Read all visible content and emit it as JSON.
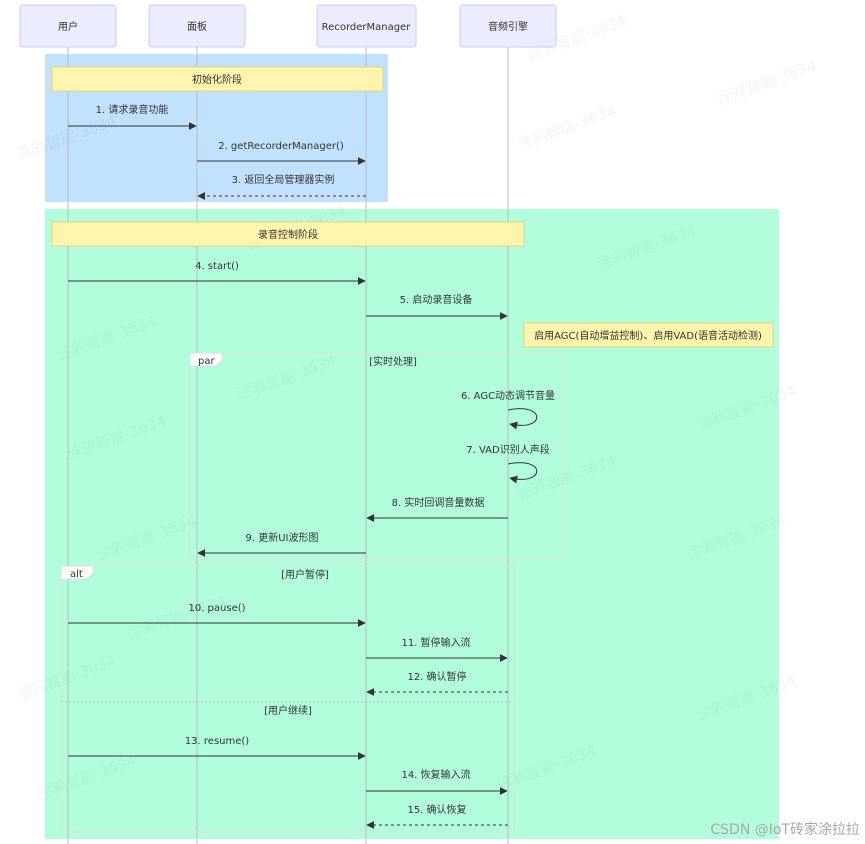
{
  "actors": [
    {
      "id": "user",
      "label": "用户"
    },
    {
      "id": "panel",
      "label": "面板"
    },
    {
      "id": "rm",
      "label": "RecorderManager"
    },
    {
      "id": "engine",
      "label": "音频引擎"
    }
  ],
  "phases": [
    {
      "id": "init",
      "label": "初始化阶段",
      "color": "#c2e1fd"
    },
    {
      "id": "control",
      "label": "录音控制阶段",
      "color": "#b2fedc"
    }
  ],
  "messages": [
    {
      "id": "m1",
      "text": "1. 请求录音功能",
      "from": "user",
      "to": "panel",
      "style": "solid"
    },
    {
      "id": "m2",
      "text": "2. getRecorderManager()",
      "from": "panel",
      "to": "rm",
      "style": "solid"
    },
    {
      "id": "m3",
      "text": "3. 返回全局管理器实例",
      "from": "rm",
      "to": "panel",
      "style": "dashed"
    },
    {
      "id": "m4",
      "text": "4. start()",
      "from": "user",
      "to": "rm",
      "style": "solid"
    },
    {
      "id": "m5",
      "text": "5. 启动录音设备",
      "from": "rm",
      "to": "engine",
      "style": "solid"
    },
    {
      "id": "m6",
      "text": "6. AGC动态调节音量",
      "from": "engine",
      "to": "engine",
      "style": "self"
    },
    {
      "id": "m7",
      "text": "7. VAD识别人声段",
      "from": "engine",
      "to": "engine",
      "style": "self"
    },
    {
      "id": "m8",
      "text": "8. 实时回调音量数据",
      "from": "engine",
      "to": "rm",
      "style": "solid"
    },
    {
      "id": "m9",
      "text": "9. 更新UI波形图",
      "from": "rm",
      "to": "panel",
      "style": "solid"
    },
    {
      "id": "m10",
      "text": "10. pause()",
      "from": "user",
      "to": "rm",
      "style": "solid"
    },
    {
      "id": "m11",
      "text": "11. 暂停输入流",
      "from": "rm",
      "to": "engine",
      "style": "solid"
    },
    {
      "id": "m12",
      "text": "12. 确认暂停",
      "from": "engine",
      "to": "rm",
      "style": "dashed"
    },
    {
      "id": "m13",
      "text": "13. resume()",
      "from": "user",
      "to": "rm",
      "style": "solid"
    },
    {
      "id": "m14",
      "text": "14. 恢复输入流",
      "from": "rm",
      "to": "engine",
      "style": "solid"
    },
    {
      "id": "m15",
      "text": "15. 确认恢复",
      "from": "engine",
      "to": "rm",
      "style": "dashed"
    }
  ],
  "notes": {
    "engine_note": "启用AGC(自动增益控制)、启用VAD(语音活动检测)"
  },
  "frames": {
    "par": {
      "keyword": "par",
      "condition": "[实时处理]"
    },
    "alt": {
      "keyword": "alt",
      "condition": "[用户暂停]",
      "else_condition": "[用户继续]"
    }
  },
  "watermark": "涂鸦智能-3634",
  "credit": "CSDN @IoT砖家涂拉拉"
}
